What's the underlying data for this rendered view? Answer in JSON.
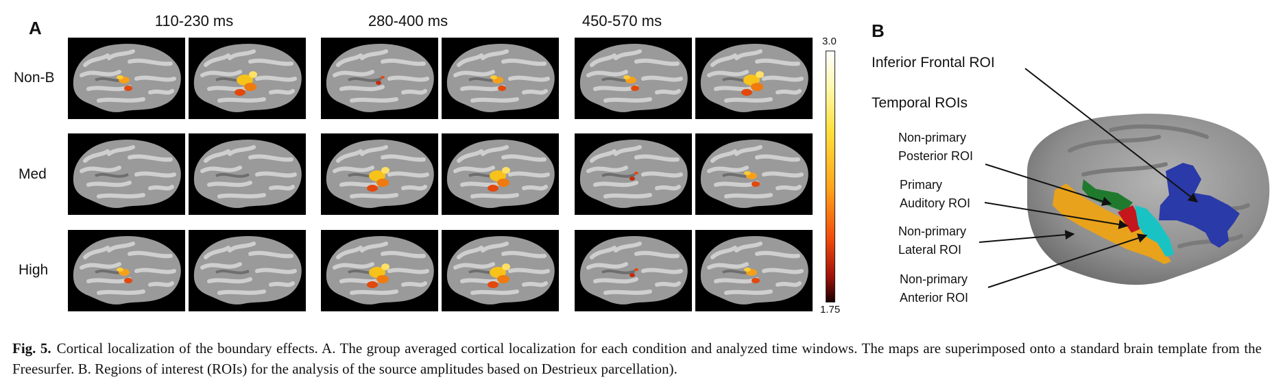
{
  "panel_a": {
    "letter": "A",
    "time_windows": [
      "110-230 ms",
      "280-400 ms",
      "450-570 ms"
    ],
    "conditions": [
      "Non-B",
      "Med",
      "High"
    ],
    "colorbar": {
      "max_label": "3.0",
      "min_label": "1.75"
    }
  },
  "panel_b": {
    "letter": "B",
    "inferior_frontal_label": "Inferior Frontal ROI",
    "temporal_label": "Temporal ROIs",
    "rois": [
      {
        "line1": "Non-primary",
        "line2": "Posterior ROI",
        "color": "#1f7a2e"
      },
      {
        "line1": "Primary",
        "line2": "Auditory ROI",
        "color": "#c4161c"
      },
      {
        "line1": "Non-primary",
        "line2": "Lateral ROI",
        "color": "#e8a21c"
      },
      {
        "line1": "Non-primary",
        "line2": "Anterior ROI",
        "color": "#19c3c3"
      }
    ],
    "inferior_frontal_color": "#2a3aa8"
  },
  "caption": {
    "fig_number": "Fig. 5.",
    "text": "Cortical localization of the boundary effects. A. The group averaged cortical localization for each condition and analyzed time windows. The maps are superimposed onto a standard brain template from the Freesurfer. B. Regions of interest (ROIs) for the analysis of the source amplitudes based on Destrieux parcellation)."
  }
}
